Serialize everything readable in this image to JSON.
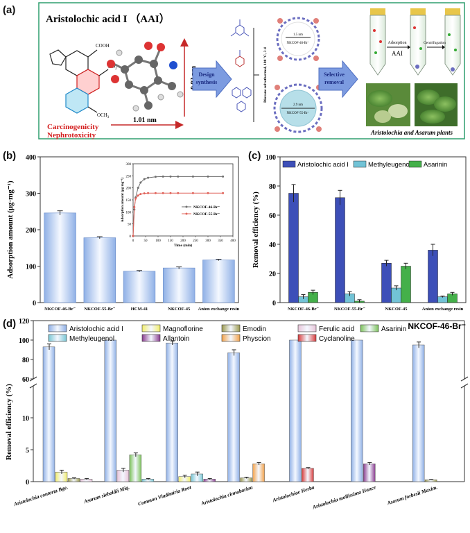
{
  "panel_a": {
    "label": "(a)",
    "title": "Aristolochic acid I （AAI）",
    "groups": [
      "COOH",
      "NO",
      "OCH"
    ],
    "group_subs": [
      "2",
      "3"
    ],
    "dim_vertical": "0.93 nm",
    "dim_horizontal": "1.01 nm",
    "hazard_1": "Carcinogenicity",
    "hazard_2": "Nephrotoxicity",
    "step_design_1": "Design",
    "step_design_2": "synthesis",
    "step_selective_1": "Selective",
    "step_selective_2": "removal",
    "reaction_condition": "Dioxane solvothermal, 180 °C, 3 d",
    "pore_small": "1.5 nm",
    "pore_large": "2.9 nm",
    "cof_small": "NKCOF-46-Br⁻",
    "cof_large": "NKCOF-55-Br⁻",
    "tube_adsorption": "Adsorption",
    "tube_aai": "AAI",
    "tube_centrifugation": "Centrifugation",
    "plants_caption": "Aristolochia and Asarum plants",
    "colors": {
      "border": "#2e9e6e",
      "arrow_blue": "#6f8fd6",
      "hazard": "#d42020",
      "red_arrow": "#c62828"
    }
  },
  "chart_data": [
    {
      "id": "b",
      "label": "(b)",
      "type": "bar",
      "categories": [
        "NKCOF-46-Br⁻",
        "NKCOF-55-Br⁻",
        "HCM-41",
        "NKCOF-45",
        "Anion exchange resin"
      ],
      "values": [
        246,
        178,
        86,
        95,
        117
      ],
      "errors": [
        6,
        3,
        2,
        3,
        2
      ],
      "ylabel": "Adsorption amount (μg·mg⁻¹)",
      "ylim": [
        0,
        400
      ],
      "yticks": [
        0,
        100,
        200,
        300,
        400
      ],
      "color": "#8fb0e6",
      "inset": {
        "type": "line",
        "xlabel": "Time (min)",
        "ylabel": "Adsorption amount (μg·mg⁻¹)",
        "xlim": [
          0,
          400
        ],
        "ylim": [
          0,
          300
        ],
        "xticks": [
          0,
          50,
          100,
          150,
          200,
          250,
          300,
          350,
          400
        ],
        "yticks": [
          0,
          50,
          100,
          150,
          200,
          250,
          300
        ],
        "series": [
          {
            "name": "NKCOF-46-Br⁻",
            "color": "#6e6e6e",
            "x": [
              0,
              5,
              10,
              20,
              30,
              45,
              60,
              90,
              120,
              150,
              180,
              240,
              300,
              360
            ],
            "y": [
              0,
              110,
              160,
              200,
              222,
              236,
              242,
              246,
              247,
              247,
              247,
              247,
              247,
              247
            ]
          },
          {
            "name": "NKCOF-55-Br⁻",
            "color": "#e0635a",
            "x": [
              0,
              5,
              10,
              20,
              30,
              45,
              60,
              90,
              120,
              150,
              180,
              240,
              300,
              360
            ],
            "y": [
              0,
              120,
              155,
              168,
              174,
              177,
              178,
              178,
              178,
              178,
              178,
              178,
              178,
              178
            ]
          }
        ]
      }
    },
    {
      "id": "c",
      "label": "(c)",
      "type": "bar",
      "categories": [
        "NKCOF-46-Br⁻",
        "NKCOF-55-Br⁻",
        "NKCOF-45",
        "Anion exchange resin"
      ],
      "ylabel": "Removal efficiency (%)",
      "ylim": [
        0,
        100
      ],
      "yticks": [
        0,
        20,
        40,
        60,
        80,
        100
      ],
      "legend_position": "top",
      "series": [
        {
          "name": "Aristolochic acid I",
          "color": "#3d4fb8",
          "values": [
            75,
            72,
            27,
            36
          ],
          "errors": [
            6,
            5,
            2,
            4
          ]
        },
        {
          "name": "Methyleugenol",
          "color": "#72c3d6",
          "values": [
            4,
            6,
            10,
            4
          ],
          "errors": [
            1.5,
            1.5,
            1.5,
            0.5
          ]
        },
        {
          "name": "Asarinin",
          "color": "#44b04a",
          "values": [
            7,
            1,
            25,
            6
          ],
          "errors": [
            1.5,
            1,
            2,
            1
          ]
        }
      ]
    },
    {
      "id": "d",
      "label": "(d)",
      "type": "bar",
      "annotation": "NKCOF-46-Br⁻",
      "ylabel": "Removal efficiency (%)",
      "y_break": [
        15,
        60
      ],
      "yticks_lower": [
        0,
        5,
        10
      ],
      "yticks_upper": [
        60,
        80,
        100,
        120
      ],
      "yticklabels": [
        "0",
        "5",
        "10",
        "60",
        "80",
        "100",
        "120"
      ],
      "legend_position": "top",
      "categories": [
        "Aristolochia contorta Bge.",
        "Asarum sieboldii Miq.",
        "Common Vladimiria Root",
        "Aristolochia cinnabarina",
        "Aristolochiae Herba",
        "Aristolochia mollissima Hance",
        "Asarum forbesii Maxim."
      ],
      "series": [
        {
          "name": "Aristolochic acid I",
          "color": "#8fb0e6"
        },
        {
          "name": "Magnoflorine",
          "color": "#f2ee6c"
        },
        {
          "name": "Emodin",
          "color": "#9c9a4e"
        },
        {
          "name": "Ferulic acid",
          "color": "#e8c4d8"
        },
        {
          "name": "Asarinin",
          "color": "#7cc25a"
        },
        {
          "name": "Methyleugenol",
          "color": "#78c6d4"
        },
        {
          "name": "Allantoin",
          "color": "#8a3d8f"
        },
        {
          "name": "Physcion",
          "color": "#f3a24a"
        },
        {
          "name": "Cyclanoline",
          "color": "#d83a3a"
        }
      ],
      "bars": [
        {
          "category": 0,
          "series": "Aristolochic acid I",
          "value": 93,
          "error": 3
        },
        {
          "category": 0,
          "series": "Magnoflorine",
          "value": 1.5,
          "error": 0.3
        },
        {
          "category": 0,
          "series": "Emodin",
          "value": 0.5,
          "error": 0.1
        },
        {
          "category": 0,
          "series": "Ferulic acid",
          "value": 0.4,
          "error": 0.1
        },
        {
          "category": 1,
          "series": "Aristolochic acid I",
          "value": 100,
          "error": 0
        },
        {
          "category": 1,
          "series": "Ferulic acid",
          "value": 1.8,
          "error": 0.3
        },
        {
          "category": 1,
          "series": "Asarinin",
          "value": 4.2,
          "error": 0.3
        },
        {
          "category": 1,
          "series": "Methyleugenol",
          "value": 0.4,
          "error": 0.1
        },
        {
          "category": 2,
          "series": "Aristolochic acid I",
          "value": 97,
          "error": 2
        },
        {
          "category": 2,
          "series": "Magnoflorine",
          "value": 0.8,
          "error": 0.2
        },
        {
          "category": 2,
          "series": "Methyleugenol",
          "value": 1.2,
          "error": 0.3
        },
        {
          "category": 2,
          "series": "Allantoin",
          "value": 0.4,
          "error": 0.1
        },
        {
          "category": 3,
          "series": "Aristolochic acid I",
          "value": 87,
          "error": 3
        },
        {
          "category": 3,
          "series": "Emodin",
          "value": 0.6,
          "error": 0.1
        },
        {
          "category": 3,
          "series": "Physcion",
          "value": 2.8,
          "error": 0.2
        },
        {
          "category": 4,
          "series": "Aristolochic acid I",
          "value": 100,
          "error": 0
        },
        {
          "category": 4,
          "series": "Cyclanoline",
          "value": 2.1,
          "error": 0.1
        },
        {
          "category": 5,
          "series": "Aristolochic acid I",
          "value": 100,
          "error": 0
        },
        {
          "category": 5,
          "series": "Allantoin",
          "value": 2.8,
          "error": 0.2
        },
        {
          "category": 6,
          "series": "Aristolochic acid I",
          "value": 95,
          "error": 3
        },
        {
          "category": 6,
          "series": "Emodin",
          "value": 0.3,
          "error": 0.05
        }
      ]
    }
  ]
}
